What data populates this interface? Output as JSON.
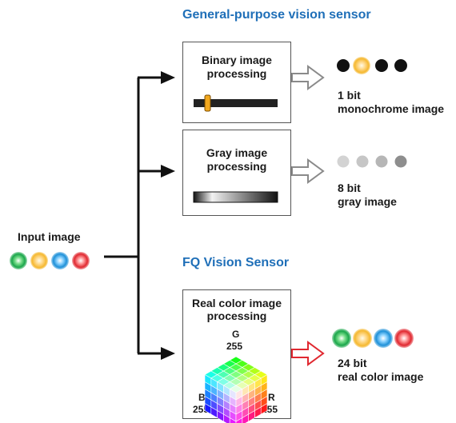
{
  "headings": {
    "general": "General-purpose vision sensor",
    "fq": "FQ Vision Sensor"
  },
  "input": {
    "label": "Input image"
  },
  "processes": [
    {
      "title_line1": "Binary image",
      "title_line2": "processing",
      "output_line1": "1 bit",
      "output_line2": "monochrome image"
    },
    {
      "title_line1": "Gray image",
      "title_line2": "processing",
      "output_line1": "8 bit",
      "output_line2": "gray image"
    },
    {
      "title_line1": "Real color image",
      "title_line2": "processing",
      "output_line1": "24 bit",
      "output_line2": "real color image",
      "cube": {
        "g": "G",
        "g_val": "255",
        "b": "B",
        "b_val": "255",
        "r": "R",
        "r_val": "255"
      }
    }
  ],
  "colors": {
    "heading_blue": "#1f6fb8",
    "dot_green": "#1aa64a",
    "dot_yellow": "#f5c040",
    "dot_blue": "#1e90d8",
    "dot_red": "#e02830",
    "highlight_arrow": "#e02830",
    "gray_arrow": "#8a8a8a"
  }
}
